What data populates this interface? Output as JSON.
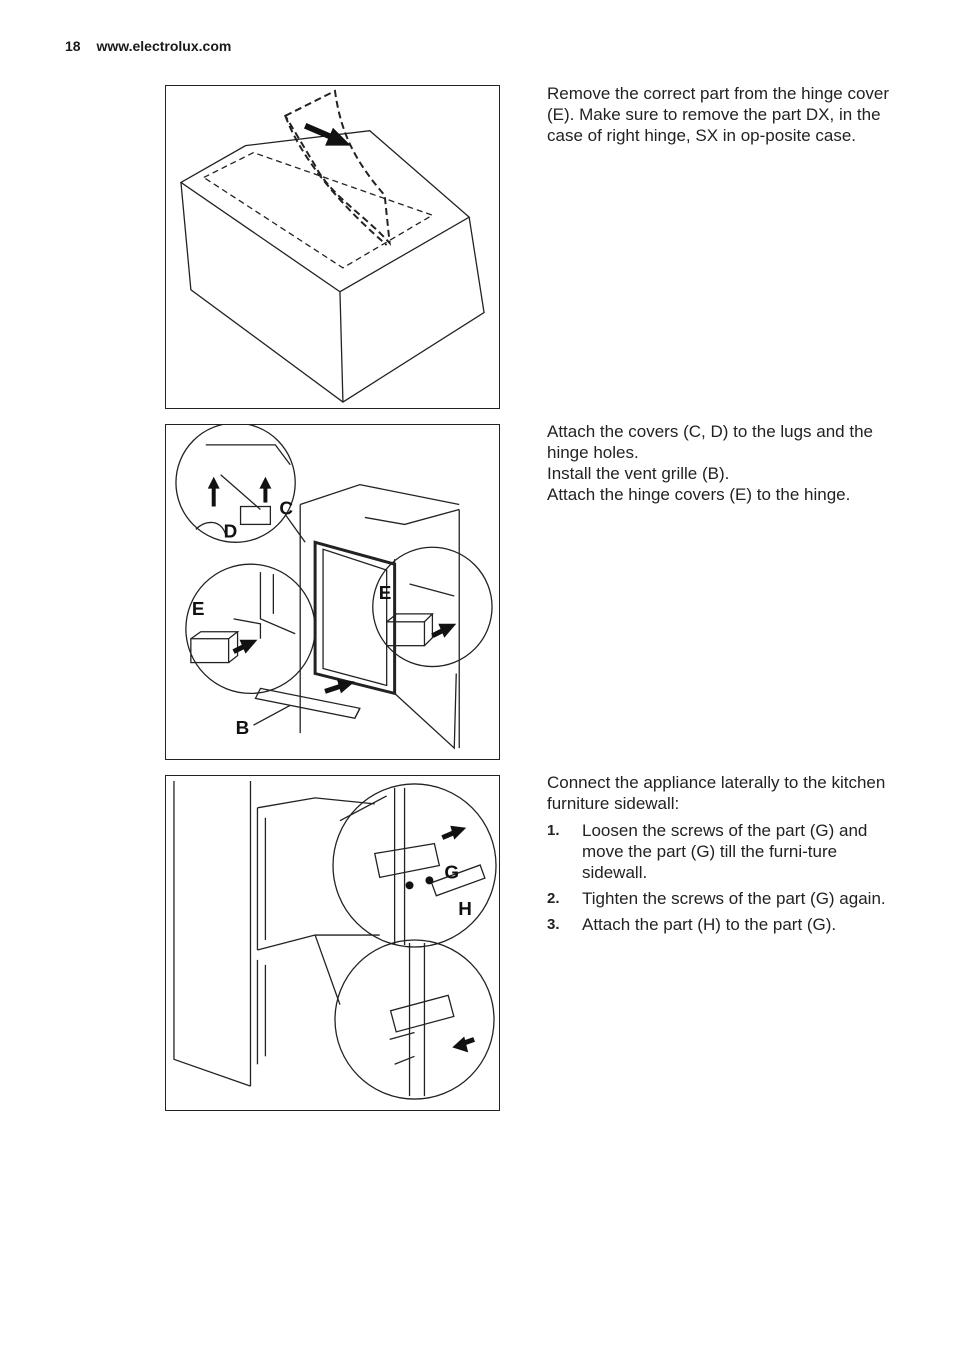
{
  "header": {
    "page_number": "18",
    "website": "www.electrolux.com"
  },
  "section1": {
    "text": "Remove the correct part from the hinge cover (E). Make sure to remove the part DX, in the case of right hinge, SX in op-posite case."
  },
  "section2": {
    "lines": [
      "Attach the covers (C, D) to the lugs and the hinge holes.",
      "Install the vent grille (B).",
      "Attach the hinge covers (E) to the hinge."
    ],
    "labels": {
      "c": "C",
      "d": "D",
      "e_left": "E",
      "e_right": "E",
      "b": "B"
    }
  },
  "section3": {
    "intro": "Connect the appliance laterally to the kitchen furniture sidewall:",
    "steps": [
      {
        "num": "1.",
        "text": "Loosen the screws of the part (G) and move the part (G) till the furni-ture sidewall."
      },
      {
        "num": "2.",
        "text": "Tighten the screws of the part (G) again."
      },
      {
        "num": "3.",
        "text": "Attach the part (H) to the part (G)."
      }
    ],
    "labels": {
      "g": "G",
      "h": "H"
    }
  }
}
